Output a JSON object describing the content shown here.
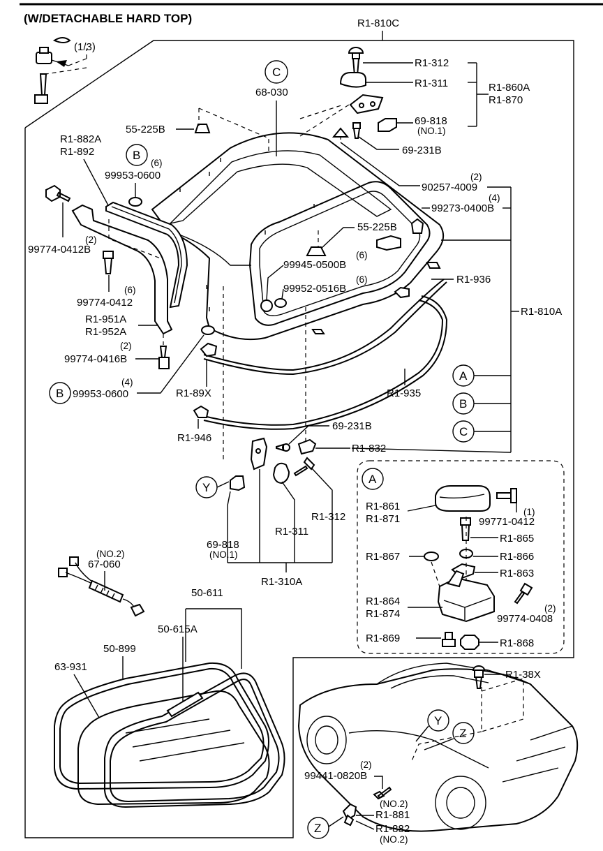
{
  "title": "(W/DETACHABLE HARD TOP)",
  "fraction": "(1/3)",
  "callouts": {
    "r1_810c": "R1-810C",
    "r1_312_top": "R1-312",
    "r1_311_top": "R1-311",
    "r1_860a": "R1-860A",
    "r1_870": "R1-870",
    "p69_818_top": "69-818",
    "no1_top": "(NO.1)",
    "p69_231b_top": "69-231B",
    "circle_c_top": "C",
    "p68_030": "68-030",
    "p55_225b_top": "55-225B",
    "r1_882a": "R1-882A",
    "r1_892": "R1-892",
    "circle_b_top": "B",
    "qty6_a": "(6)",
    "p99953_0600_top": "99953-0600",
    "qty2_90257": "(2)",
    "p90257_4009": "90257-4009",
    "qty4_99273": "(4)",
    "p99273_0400b": "99273-0400B",
    "qty2_99774_0412b": "(2)",
    "p99774_0412b": "99774-0412B",
    "p55_225b_mid": "55-225B",
    "qty6_b": "(6)",
    "p99945_0500b": "99945-0500B",
    "qty6_c": "(6)",
    "p99952_0516b": "99952-0516B",
    "r1_936": "R1-936",
    "qty6_d": "(6)",
    "p99774_0412": "99774-0412",
    "r1_951a": "R1-951A",
    "r1_952a": "R1-952A",
    "r1_810a": "R1-810A",
    "qty2_99774_0416b": "(2)",
    "p99774_0416b": "99774-0416B",
    "circle_a_right": "A",
    "circle_b_left": "B",
    "qty4_99953": "(4)",
    "p99953_0600_low": "99953-0600",
    "r1_935": "R1-935",
    "circle_b_right": "B",
    "r1_89x": "R1-89X",
    "circle_c_right": "C",
    "r1_946": "R1-946",
    "p69_231b_low": "69-231B",
    "r1_832": "R1-832",
    "circle_y_mid": "Y",
    "r1_312_low": "R1-312",
    "p69_818_low": "69-818",
    "no1_low": "(NO.1)",
    "r1_311_low": "R1-311",
    "r1_310a": "R1-310A",
    "no2_67060": "(NO.2)",
    "p67_060": "67-060",
    "p50_611": "50-611",
    "p50_615a": "50-615A",
    "p50_899": "50-899",
    "p63_931": "63-931"
  },
  "detail_a": {
    "circle": "A",
    "r1_861": "R1-861",
    "r1_871": "R1-871",
    "qty1": "(1)",
    "p99771_0412": "99771-0412",
    "r1_865": "R1-865",
    "r1_867": "R1-867",
    "r1_866": "R1-866",
    "r1_863": "R1-863",
    "r1_864": "R1-864",
    "r1_874": "R1-874",
    "qty2": "(2)",
    "p99774_0408": "99774-0408",
    "r1_869": "R1-869",
    "r1_868": "R1-868"
  },
  "car_inset": {
    "r1_38x": "R1-38X",
    "circle_y": "Y",
    "circle_z": "Z",
    "qty2": "(2)",
    "p99441_0820b": "99441-0820B",
    "no2_a": "(NO.2)",
    "r1_881": "R1-881",
    "r1_882": "R1-882",
    "no2_b": "(NO.2)",
    "circle_z_low": "Z"
  }
}
